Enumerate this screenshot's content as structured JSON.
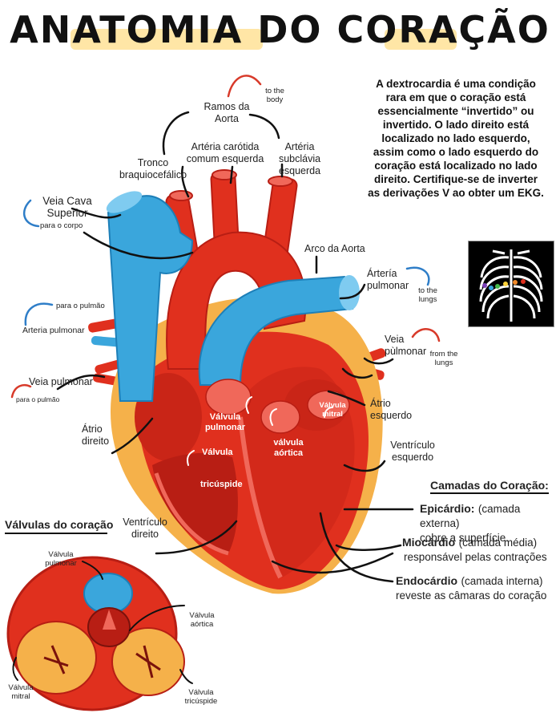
{
  "title": "ANATOMIA DO CORAÇÃO",
  "info_text": "A dextrocardia é uma condição rara em que o coração está essencialmente “invertido” ou invertido. O lado direito está localizado no lado esquerdo, assim como o lado esquerdo do coração está localizado no lado direito. Certifique-se de inverter as derivações V ao obter um EKG.",
  "labels": {
    "ramos_aorta": "Ramos da Aorta",
    "to_body": "to the body",
    "tronco": "Tronco braquiocefálico",
    "carotida": "Artéria carótida comum esquerda",
    "subclavia": "Artéria subclávia esquerda",
    "veia_cava": "Veia Cava Superior",
    "para_corpo": "para o corpo",
    "arco_aorta": "Arco da Aorta",
    "arteria_pulmonar_r": "Ártería pulmonar",
    "to_lungs": "to the lungs",
    "para_pulmao_top": "para o pulmão",
    "arteria_pulmonar_l": "Arteria pulmonar",
    "veia_pulmonar_r": "Veia pùlmonar",
    "from_lungs": "from the lungs",
    "veia_pulmonar_l": "Veia pulmonar",
    "para_pulmao_bottom": "para o pulmão",
    "atrio_direito": "Átrio direito",
    "atrio_esquerdo": "Átrio esquerdo",
    "valvula_pulmonar": "Válvula pulmonar",
    "valvula_mitral": "Válvula mitral",
    "valvula_aortica": "válvula aórtica",
    "valvula_tricuspide_1": "Válvula",
    "valvula_tricuspide_2": "tricúspide",
    "ventriculo_esquerdo": "Ventrículo esquerdo",
    "ventriculo_direito": "Ventrículo direito"
  },
  "layers": {
    "heading": "Camadas do Coração:",
    "epicardio_title": "Epicárdio:",
    "epicardio_paren": "(camada externa)",
    "epicardio_desc": "cobre a superfície.",
    "miocardio_title": "Miocárdio",
    "miocardio_paren": "(camada média)",
    "miocardio_desc": "responsável pelas contrações",
    "endocardio_title": "Endocárdio",
    "endocardio_paren": "(camada interna)",
    "endocardio_desc": "reveste as câmaras do coração"
  },
  "valves": {
    "heading": "Válvulas do coração",
    "pulmonar": "Válvula pulmonar",
    "aortica": "Válvula aórtica",
    "mitral": "Válvula mitral",
    "tricuspide": "Válvula tricúspide"
  },
  "colors": {
    "red": "#e0301e",
    "dark_red": "#b81e14",
    "blue": "#3aa6dc",
    "dark_blue": "#1d7fb8",
    "fat": "#f5b14a"
  }
}
